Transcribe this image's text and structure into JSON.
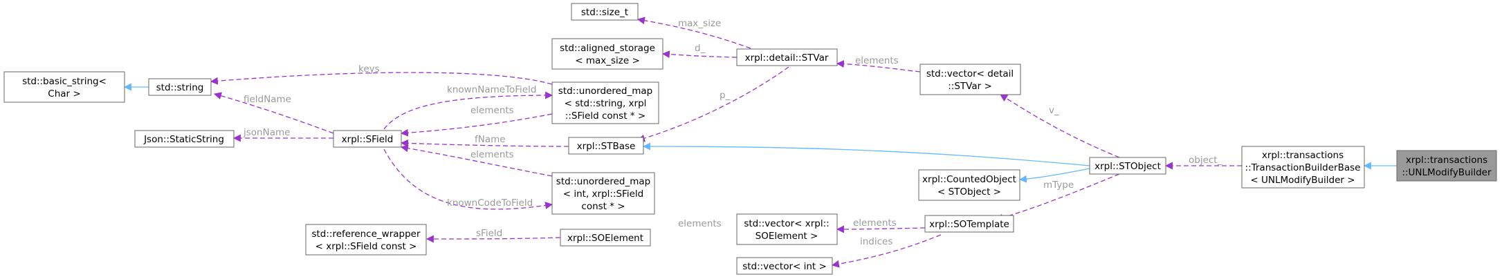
{
  "colors": {
    "usage": "#9a32cd",
    "inherit": "#63b8ff",
    "label": "#9a9a9a",
    "highlight_fill": "#999999",
    "node_border": "#666666"
  },
  "nodes": [
    {
      "id": "basic_string",
      "lines": [
        "std::basic_string<",
        "Char >"
      ]
    },
    {
      "id": "string",
      "lines": [
        "std::string"
      ]
    },
    {
      "id": "static_string",
      "lines": [
        "Json::StaticString"
      ]
    },
    {
      "id": "reference_wrapper",
      "lines": [
        "std::reference_wrapper",
        "< xrpl::SField const >"
      ]
    },
    {
      "id": "sfield",
      "lines": [
        "xrpl::SField"
      ]
    },
    {
      "id": "size_t",
      "lines": [
        "std::size_t"
      ]
    },
    {
      "id": "aligned_storage",
      "lines": [
        "std::aligned_storage",
        "< max_size >"
      ]
    },
    {
      "id": "umap_string",
      "lines": [
        "std::unordered_map",
        "< std::string, xrpl",
        "::SField const * >"
      ]
    },
    {
      "id": "stbase",
      "lines": [
        "xrpl::STBase"
      ]
    },
    {
      "id": "umap_int",
      "lines": [
        "std::unordered_map",
        "< int, xrpl::SField",
        "const * >"
      ]
    },
    {
      "id": "soelement",
      "lines": [
        "xrpl::SOElement"
      ]
    },
    {
      "id": "stvar",
      "lines": [
        "xrpl::detail::STVar"
      ]
    },
    {
      "id": "vector_soelement",
      "lines": [
        "std::vector< xrpl::",
        "SOElement >"
      ]
    },
    {
      "id": "vector_int",
      "lines": [
        "std::vector< int >"
      ]
    },
    {
      "id": "vector_stvar",
      "lines": [
        "std::vector< detail",
        "::STVar >"
      ]
    },
    {
      "id": "counted_object",
      "lines": [
        "xrpl::CountedObject",
        "< STObject >"
      ]
    },
    {
      "id": "sotemplate",
      "lines": [
        "xrpl::SOTemplate"
      ]
    },
    {
      "id": "stobject",
      "lines": [
        "xrpl::STObject"
      ]
    },
    {
      "id": "tx_builder_base",
      "lines": [
        "xrpl::transactions",
        "::TransactionBuilderBase",
        "< UNLModifyBuilder >"
      ]
    },
    {
      "id": "unl_modify_builder",
      "lines": [
        "xrpl::transactions",
        "::UNLModifyBuilder"
      ],
      "highlight": true
    }
  ],
  "edges": [
    {
      "id": "string-to-basic_string",
      "kind": "inherit",
      "label": ""
    },
    {
      "id": "keys",
      "kind": "usage",
      "label": "keys"
    },
    {
      "id": "fieldName",
      "kind": "usage",
      "label": "fieldName"
    },
    {
      "id": "jsonName",
      "kind": "usage",
      "label": "jsonName"
    },
    {
      "id": "sField",
      "kind": "usage",
      "label": "sField"
    },
    {
      "id": "knownNameToField",
      "kind": "usage",
      "label": "knownNameToField"
    },
    {
      "id": "elements-umap-string",
      "kind": "usage",
      "label": "elements"
    },
    {
      "id": "fName",
      "kind": "usage",
      "label": "fName"
    },
    {
      "id": "elements-umap-int",
      "kind": "usage",
      "label": "elements"
    },
    {
      "id": "knownCodeToField",
      "kind": "usage",
      "label": "knownCodeToField"
    },
    {
      "id": "max_size",
      "kind": "usage",
      "label": "max_size"
    },
    {
      "id": "d_",
      "kind": "usage",
      "label": "d_"
    },
    {
      "id": "p_",
      "kind": "usage",
      "label": "p_"
    },
    {
      "id": "elements-stvar",
      "kind": "usage",
      "label": "elements"
    },
    {
      "id": "v_",
      "kind": "usage",
      "label": "v_"
    },
    {
      "id": "elements-soelement",
      "kind": "usage",
      "label": "elements"
    },
    {
      "id": "indices",
      "kind": "usage",
      "label": "indices"
    },
    {
      "id": "mType",
      "kind": "usage",
      "label": "mType"
    },
    {
      "id": "object_",
      "kind": "usage",
      "label": "object_"
    },
    {
      "id": "stobject-to-stbase",
      "kind": "inherit",
      "label": ""
    },
    {
      "id": "stobject-to-counted",
      "kind": "inherit",
      "label": ""
    },
    {
      "id": "unl-to-builder",
      "kind": "inherit",
      "label": ""
    }
  ]
}
